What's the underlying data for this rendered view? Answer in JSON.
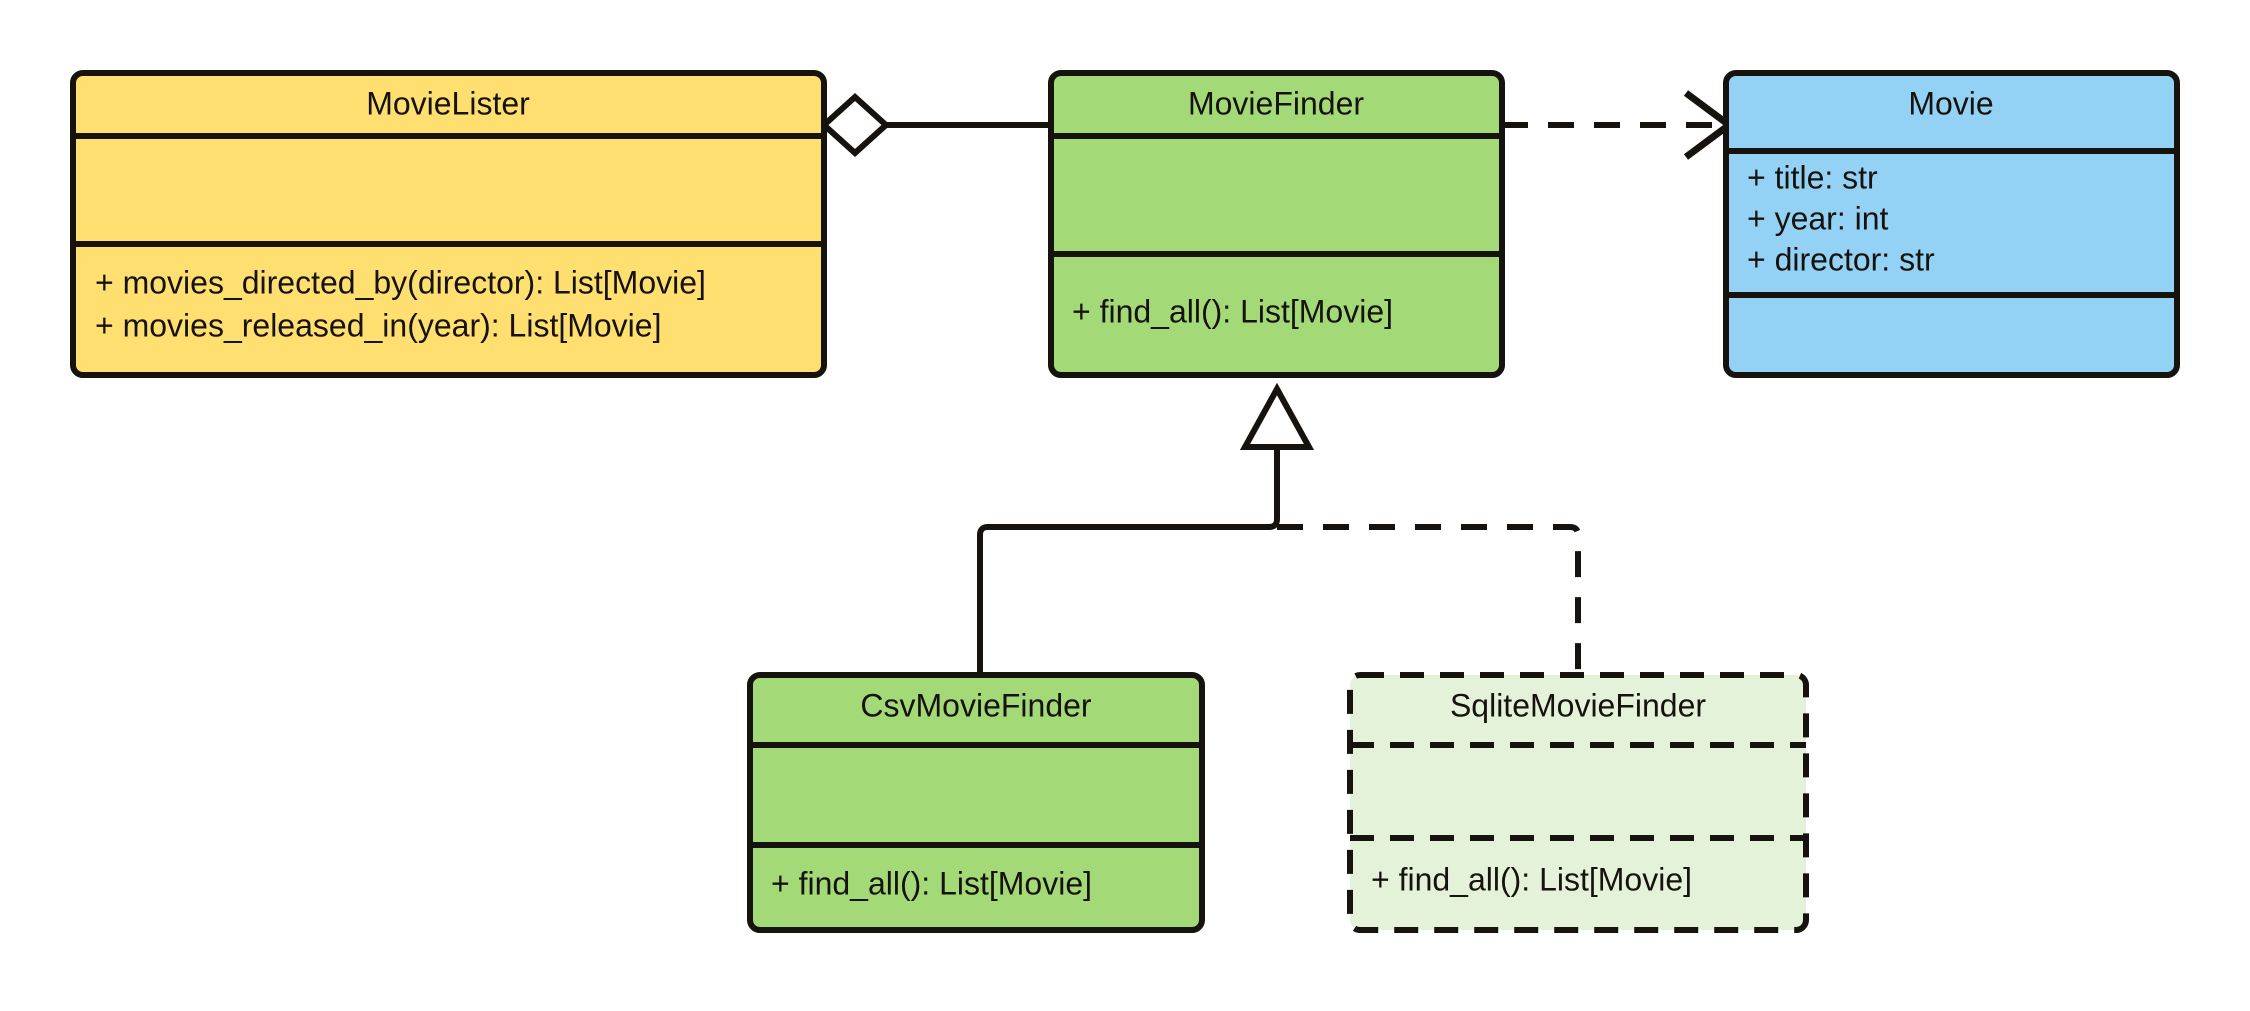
{
  "diagram": {
    "kind": "uml-class-diagram",
    "background": "#ffffff",
    "stroke_color": "#16120d",
    "classes": [
      {
        "id": "movie-lister",
        "name": "MovieLister",
        "fill": "#ffdf70",
        "border_style": "solid",
        "attributes": [],
        "methods": [
          "+ movies_directed_by(director): List[Movie]",
          "+ movies_released_in(year): List[Movie]"
        ]
      },
      {
        "id": "movie-finder",
        "name": "MovieFinder",
        "fill": "#a3d977",
        "border_style": "solid",
        "attributes": [],
        "methods": [
          "+ find_all(): List[Movie]"
        ]
      },
      {
        "id": "movie",
        "name": "Movie",
        "fill": "#93d2f5",
        "border_style": "solid",
        "attributes": [
          "+ title: str",
          "+ year: int",
          "+ director: str"
        ],
        "methods": []
      },
      {
        "id": "csv-movie-finder",
        "name": "CsvMovieFinder",
        "fill": "#a3d977",
        "border_style": "solid",
        "attributes": [],
        "methods": [
          "+ find_all(): List[Movie]"
        ]
      },
      {
        "id": "sqlite-movie-finder",
        "name": "SqliteMovieFinder",
        "fill": "#e3f2d9",
        "border_style": "dashed",
        "attributes": [],
        "methods": [
          "+ find_all(): List[Movie]"
        ]
      }
    ],
    "relationships": [
      {
        "id": "lister-finder",
        "type": "aggregation",
        "from": "MovieLister",
        "to": "MovieFinder",
        "line_style": "solid",
        "end_marker": "hollow-diamond"
      },
      {
        "id": "finder-movie",
        "type": "dependency",
        "from": "MovieFinder",
        "to": "Movie",
        "line_style": "dashed",
        "end_marker": "open-arrow"
      },
      {
        "id": "csv-finder-inherits",
        "type": "generalization",
        "from": "CsvMovieFinder",
        "to": "MovieFinder",
        "line_style": "solid",
        "end_marker": "hollow-triangle"
      },
      {
        "id": "sqlite-finder-inherits",
        "type": "generalization",
        "from": "SqliteMovieFinder",
        "to": "MovieFinder",
        "line_style": "dashed",
        "end_marker": "hollow-triangle"
      }
    ]
  }
}
